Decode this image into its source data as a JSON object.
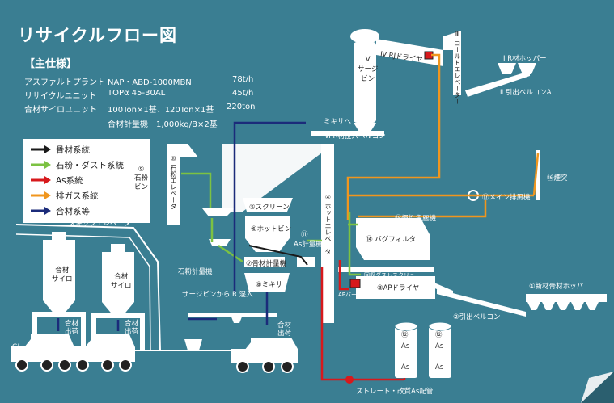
{
  "title": "リサイクルフロー図",
  "spec": {
    "heading": "【主仕様】",
    "rows": [
      {
        "name": "アスファルトプラント",
        "model": "NAP・ABD-1000MBN",
        "capacity": "78t/h"
      },
      {
        "name": "リサイクルユニット",
        "model": "TOPα 45-30AL",
        "capacity": "45t/h"
      },
      {
        "name": "合材サイロユニット",
        "model": "100Ton×1基、120Ton×1基",
        "capacity": "220ton"
      },
      {
        "name": "",
        "model": "合材計量機　1,000kg/B×2基",
        "capacity": ""
      }
    ]
  },
  "legend": [
    {
      "label": "骨材系統",
      "color": "#1a1a1a"
    },
    {
      "label": "石粉・ダスト系統",
      "color": "#7cc242"
    },
    {
      "label": "As系統",
      "color": "#d7191c"
    },
    {
      "label": "排ガス系統",
      "color": "#f0961e"
    },
    {
      "label": "合材系等",
      "color": "#1b2b7a"
    }
  ],
  "labels": {
    "mixer_to": "ミキサへ",
    "rc_belt": "Ⅵ R材投入ベルコン",
    "rc_dryer": "Ⅳ RJドライヤ",
    "surge_bin": "Ⅴ\nサージ\nビン",
    "cold_elevator": "Ⅲ コールドエレベーター",
    "r_hopper": "Ⅰ R材ホッパー",
    "draw_belt_a": "Ⅱ 引出ベルコンA",
    "stack": "⑯煙突",
    "main_fan": "⑰メイン排風機",
    "stone_elevator": "⑩ 石粉エレベータ",
    "stone_bin": "⑨\n石粉\nビン",
    "screen": "⑤スクリーン",
    "hot_bin": "⑥ホットビン",
    "hot_elevator": "④ ホットエレベータ",
    "skip_elevator": "スキップエレベータ",
    "inertial_collector": "⑮慣性集塵機",
    "bag_filter": "⑭ バグフィルタ",
    "as_meter_num": "⑪",
    "as_meter": "As計量機",
    "agg_meter": "⑦骨材計量機",
    "stone_meter": "石粉計量機",
    "surge_to_r": "サージビンから R 混入",
    "mixer": "⑧ミキサ",
    "recovered_dust": "回収ダストスクリュー",
    "ap_burner": "APバーナ",
    "ap_dryer": "③APドライヤ",
    "new_hopper": "①新材骨材ホッパ",
    "draw_belt": "②引出ベルコン",
    "silo_left": "合材\nサイロ",
    "silo_right": "合材\nサイロ",
    "out_left": "合材\n出荷",
    "out_right": "合材\n出荷",
    "out_center": "合材\n出荷",
    "gl": "GL",
    "as_tank": "As",
    "tank_num_left": "⑫",
    "tank_num_right": "⑫",
    "as_pipe": "ストレート・改質As配管"
  }
}
